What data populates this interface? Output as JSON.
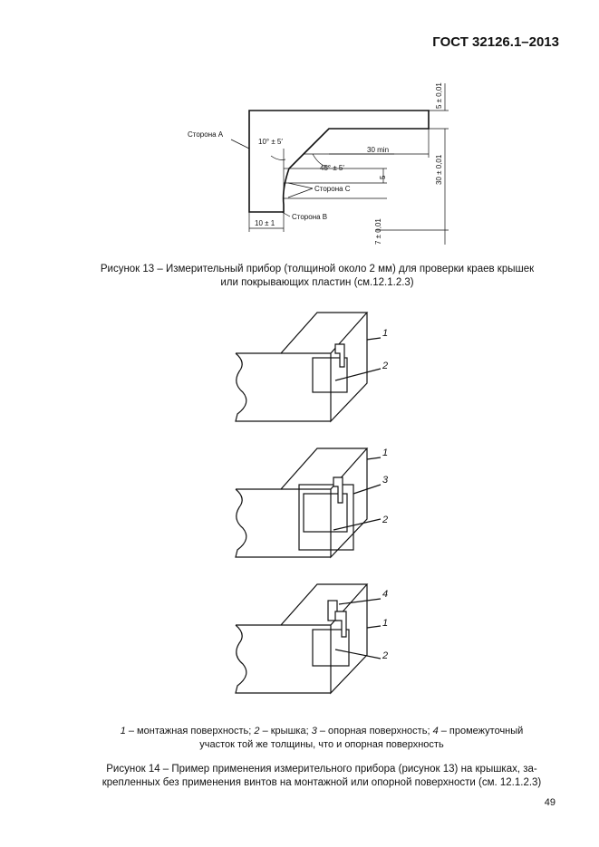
{
  "header": {
    "standard": "ГОСТ 32126.1–2013"
  },
  "figure13": {
    "labels": {
      "side_a": "Сторона А",
      "side_b": "Сторона В",
      "side_c": "Сторона С",
      "angle_10": "10° ± 5′",
      "angle_45": "45° ± 5′",
      "dim_30min": "30 min",
      "dim_5": "5",
      "dim_10": "10 ± 1",
      "dim_5_001": "5 ± 0,01",
      "dim_30_001": "30 ± 0,01",
      "dim_7_001": "7 ± 0,01"
    },
    "caption_line1": "Рисунок 13 – Измерительный прибор (толщиной около 2 мм) для проверки краев крышек",
    "caption_line2": "или покрывающих пластин (см.12.1.2.3)"
  },
  "figure14": {
    "panel1": {
      "label1": "1",
      "label2": "2"
    },
    "panel2": {
      "label1": "1",
      "label3": "3",
      "label2": "2"
    },
    "panel3": {
      "label4": "4",
      "label1": "1",
      "label2": "2"
    },
    "legend": {
      "n1": "1",
      "t1": " – монтажная поверхность; ",
      "n2": "2",
      "t2": " – крышка; ",
      "n3": "3",
      "t3": " – опорная поверхность; ",
      "n4": "4",
      "t4": " – промежуточный",
      "line2": "участок той же толщины, что и опорная поверхность"
    },
    "caption_line1": "Рисунок 14 – Пример применения измерительного прибора (рисунок 13) на крышках, за-",
    "caption_line2": "крепленных без применения винтов на монтажной или опорной поверхности (см. 12.1.2.3)"
  },
  "page_number": "49"
}
